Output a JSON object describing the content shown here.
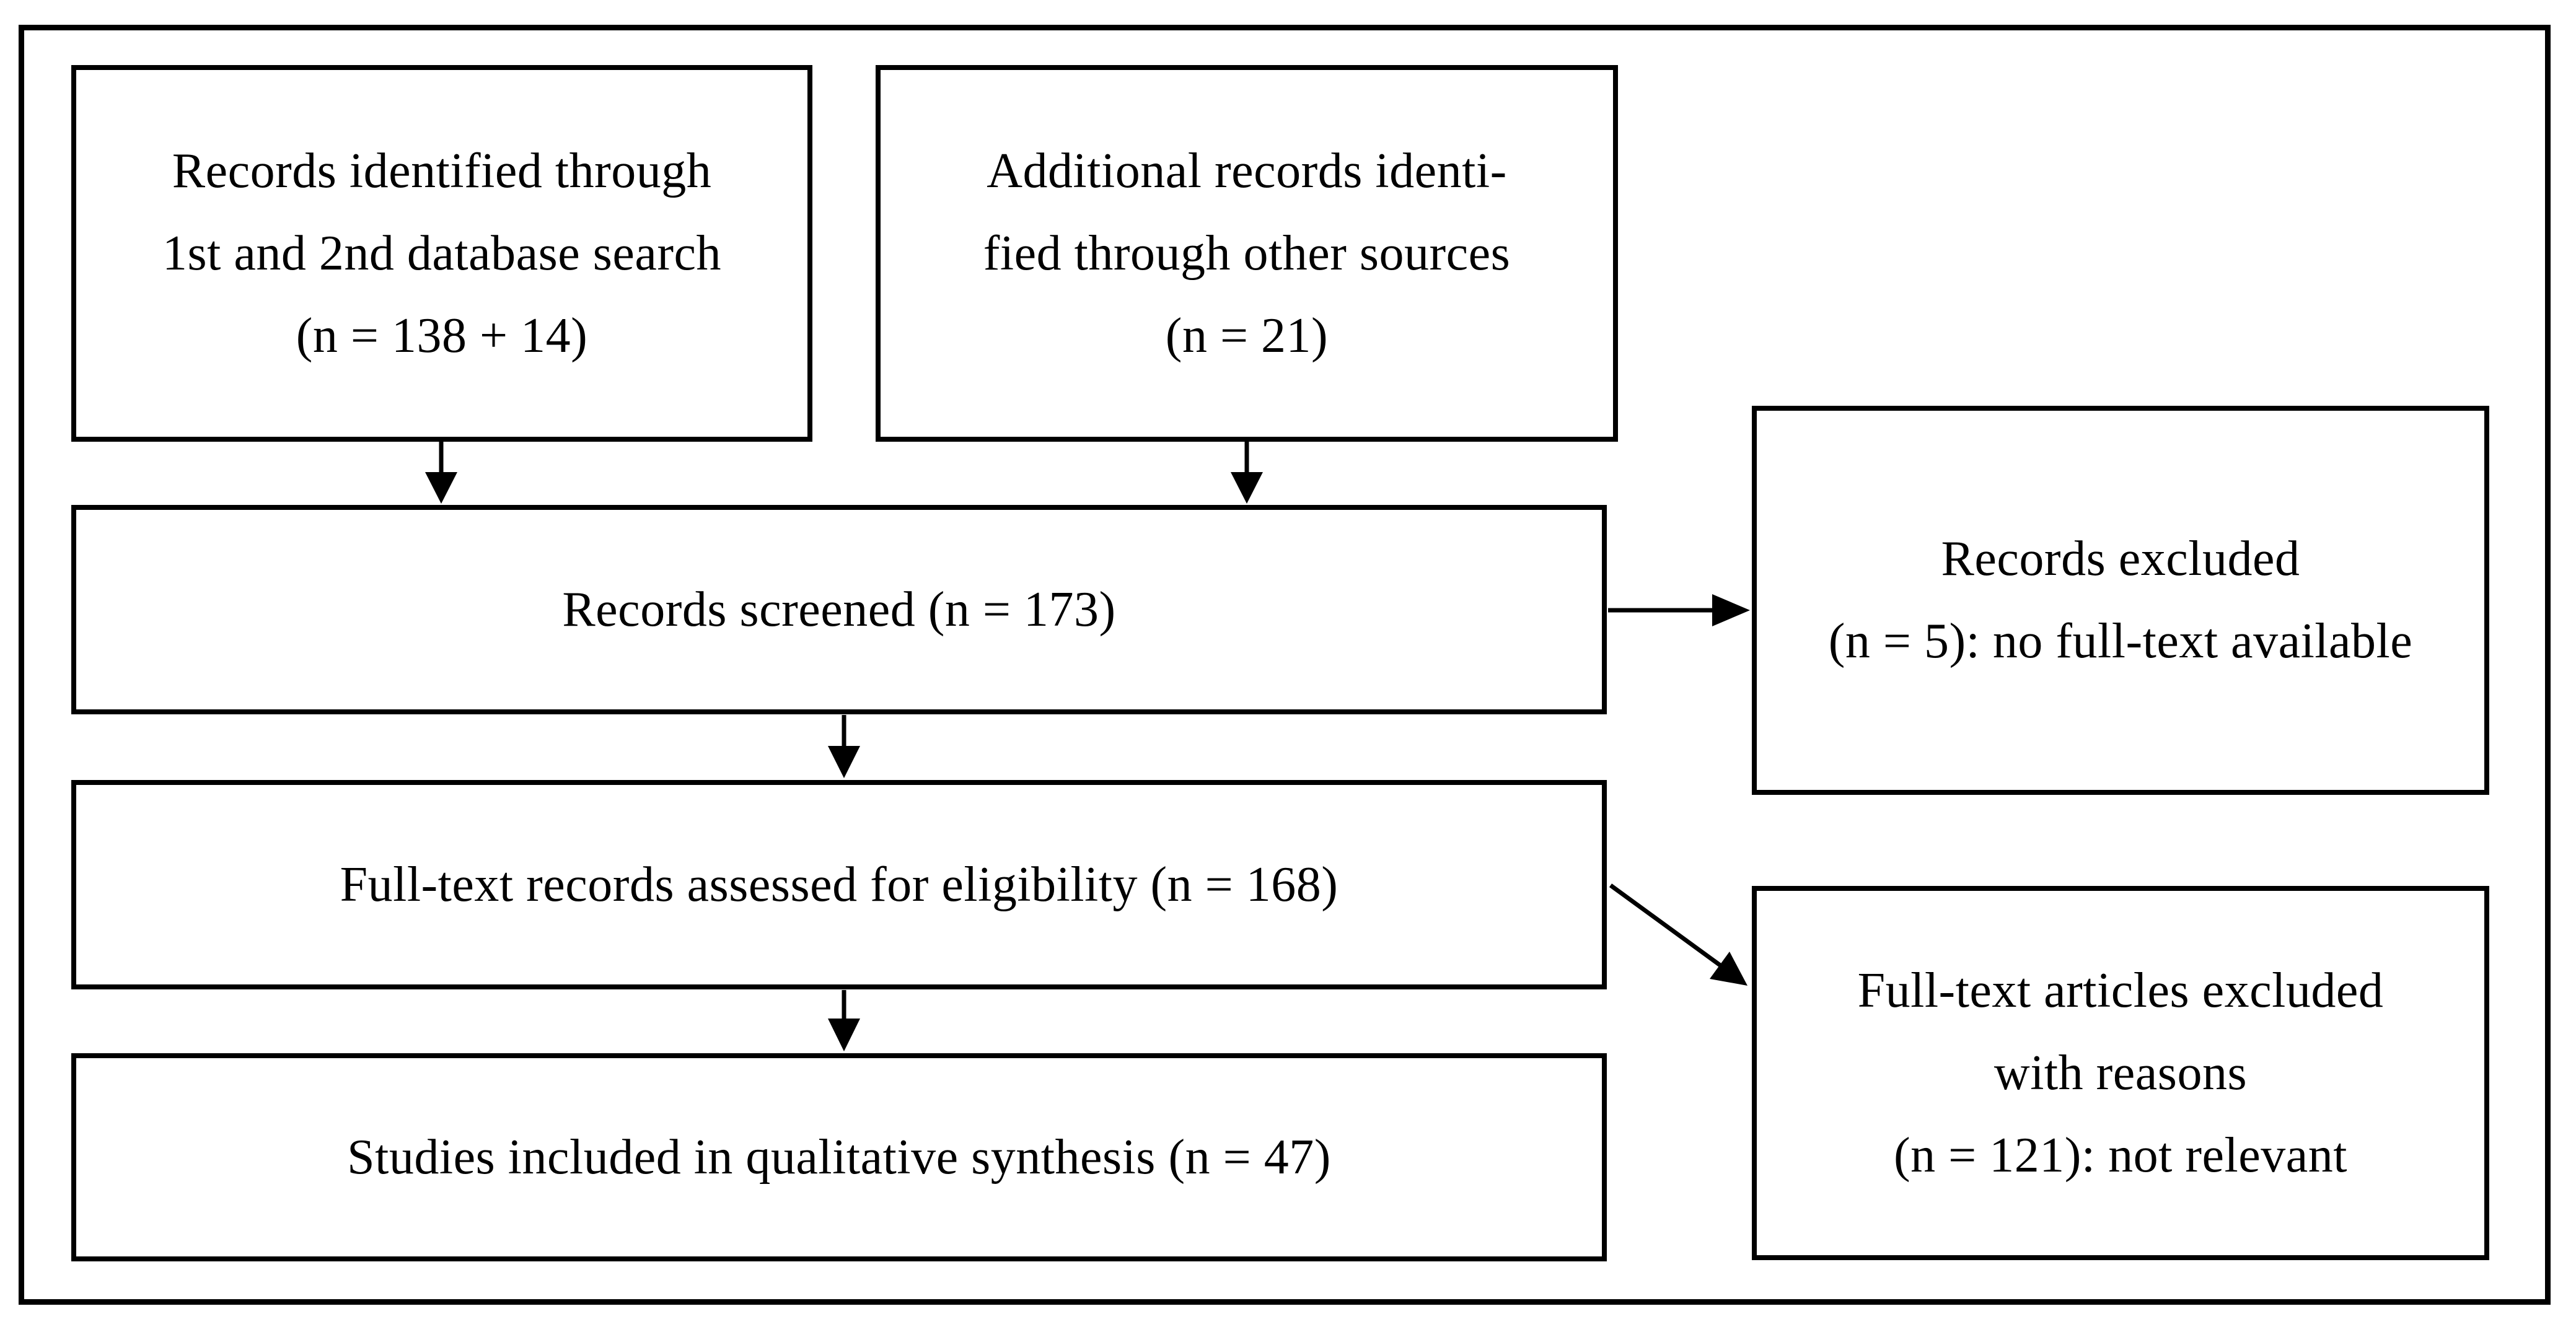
{
  "colors": {
    "ink": "#000000",
    "paper": "#ffffff"
  },
  "boxes": {
    "identified_db": {
      "lines": [
        "Records identified through",
        "1st and 2nd database search",
        "(n = 138 + 14)"
      ]
    },
    "identified_other": {
      "lines": [
        "Additional records identi-",
        "fied through other sources",
        "(n = 21)"
      ]
    },
    "screened": {
      "lines": [
        "Records screened (n = 173)"
      ]
    },
    "excluded_screening": {
      "lines": [
        "Records excluded",
        "(n = 5): no full-text available"
      ]
    },
    "fulltext_assessed": {
      "lines": [
        "Full-text records assessed for eligibility (n = 168)"
      ]
    },
    "fulltext_excluded": {
      "lines": [
        "Full-text articles excluded",
        "with reasons",
        "(n = 121): not relevant"
      ]
    },
    "included_qualitative": {
      "lines": [
        "Studies included in qualitative synthesis (n = 47)"
      ]
    }
  }
}
